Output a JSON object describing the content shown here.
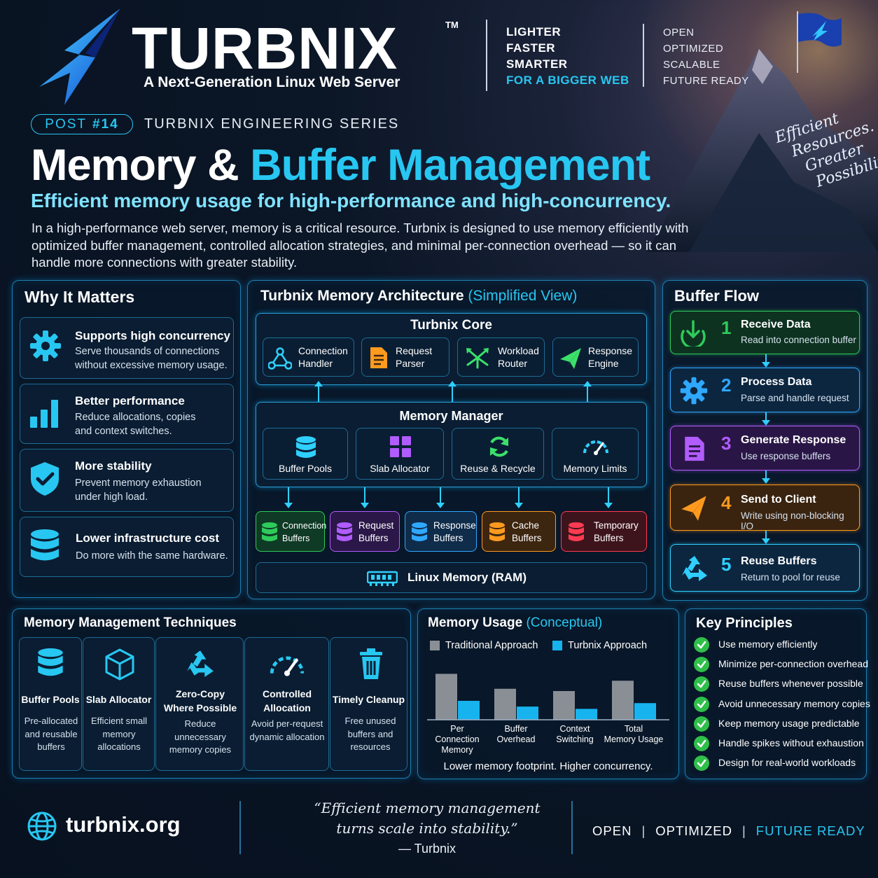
{
  "brand": {
    "name": "TURBNIX",
    "tm": "TM",
    "tagline": "A Next-Generation Linux Web Server",
    "pitch": [
      "LIGHTER",
      "FASTER",
      "SMARTER"
    ],
    "pitch_highlight": "FOR A BIGGER WEB",
    "values": [
      "OPEN",
      "OPTIMIZED",
      "SCALABLE",
      "FUTURE READY"
    ]
  },
  "series": {
    "badge_label": "POST",
    "badge_number": "#14",
    "label": "TURBNIX ENGINEERING SERIES"
  },
  "title": {
    "part1": "Memory &",
    "part2": "Buffer Management",
    "subtitle": "Efficient memory usage for high-performance and high-concurrency.",
    "intro": "In a high-performance web server, memory is a critical resource. Turbnix is designed to use memory efficiently with optimized buffer management, controlled allocation strategies, and minimal per-connection overhead — so it can handle more connections with greater stability."
  },
  "script_text": [
    "Efficient",
    "Resources.",
    "Greater",
    "Possibilities."
  ],
  "why": {
    "title": "Why It Matters",
    "items": [
      {
        "title": "Supports high concurrency",
        "desc": "Serve thousands of connections without excessive memory usage.",
        "icon": "gear-icon"
      },
      {
        "title": "Better performance",
        "desc": "Reduce allocations, copies and context switches.",
        "icon": "bar-chart-icon"
      },
      {
        "title": "More stability",
        "desc": "Prevent memory exhaustion under high load.",
        "icon": "shield-check-icon"
      },
      {
        "title": "Lower infrastructure cost",
        "desc": "Do more with the same hardware.",
        "icon": "database-icon"
      }
    ]
  },
  "arch": {
    "title": "Turbnix Memory Architecture",
    "title_note": "(Simplified View)",
    "core_title": "Turbnix Core",
    "core_items": [
      {
        "label": "Connection Handler",
        "color": "#2fd0ff",
        "icon": "network-icon"
      },
      {
        "label": "Request Parser",
        "color": "#ff9a1f",
        "icon": "document-icon"
      },
      {
        "label": "Workload Router",
        "color": "#3be06a",
        "icon": "router-icon"
      },
      {
        "label": "Response Engine",
        "color": "#3be06a",
        "icon": "paper-plane-icon"
      }
    ],
    "mm_title": "Memory Manager",
    "mm_items": [
      {
        "label": "Buffer Pools",
        "color": "#2fd0ff",
        "icon": "database-icon"
      },
      {
        "label": "Slab Allocator",
        "color": "#b15cff",
        "icon": "grid-icon"
      },
      {
        "label": "Reuse & Recycle",
        "color": "#3be06a",
        "icon": "refresh-icon"
      },
      {
        "label": "Memory Limits",
        "color": "#2fd0ff",
        "icon": "gauge-icon"
      }
    ],
    "buffers": [
      {
        "label": "Connection Buffers",
        "color": "#2ecb5a",
        "bg": "#0f3a26"
      },
      {
        "label": "Request Buffers",
        "color": "#b15cff",
        "bg": "#2b1748"
      },
      {
        "label": "Response Buffers",
        "color": "#2fa8ff",
        "bg": "#0f2c4a"
      },
      {
        "label": "Cache Buffers",
        "color": "#ff9a1f",
        "bg": "#3d2610"
      },
      {
        "label": "Temporary Buffers",
        "color": "#ff3b52",
        "bg": "#3e141c"
      }
    ],
    "ram": "Linux Memory (RAM)"
  },
  "flow": {
    "title": "Buffer Flow",
    "steps": [
      {
        "n": "1",
        "title": "Receive Data",
        "desc": "Read into connection buffer",
        "color": "#2ecb5a",
        "bg": "#0d3220",
        "icon": "download-icon"
      },
      {
        "n": "2",
        "title": "Process Data",
        "desc": "Parse and handle request",
        "color": "#2fa8ff",
        "bg": "#0c2640",
        "icon": "gear-icon"
      },
      {
        "n": "3",
        "title": "Generate Response",
        "desc": "Use response buffers",
        "color": "#b15cff",
        "bg": "#2a1646",
        "icon": "document-icon"
      },
      {
        "n": "4",
        "title": "Send to Client",
        "desc": "Write using non-blocking I/O",
        "color": "#ff9a1f",
        "bg": "#3a2410",
        "icon": "paper-plane-icon"
      },
      {
        "n": "5",
        "title": "Reuse Buffers",
        "desc": "Return to pool for reuse",
        "color": "#2fd0ff",
        "bg": "#0c2640",
        "icon": "recycle-icon"
      }
    ]
  },
  "techniques": {
    "title": "Memory Management Techniques",
    "items": [
      {
        "title": "Buffer Pools",
        "desc": "Pre-allocated and reusable buffers",
        "icon": "database-icon"
      },
      {
        "title": "Slab Allocator",
        "desc": "Efficient small memory allocations",
        "icon": "cube-icon"
      },
      {
        "title": "Zero-Copy Where Possible",
        "desc": "Reduce unnecessary memory copies",
        "icon": "recycle-icon"
      },
      {
        "title": "Controlled Allocation",
        "desc": "Avoid per-request dynamic allocation",
        "icon": "gauge-icon"
      },
      {
        "title": "Timely Cleanup",
        "desc": "Free unused buffers and resources",
        "icon": "trash-icon"
      }
    ]
  },
  "usage": {
    "title": "Memory Usage",
    "title_note": "(Conceptual)",
    "footer": "Lower memory footprint. Higher concurrency."
  },
  "chart_data": {
    "type": "bar",
    "categories": [
      "Per Connection Memory",
      "Buffer Overhead",
      "Context Switching",
      "Total Memory Usage"
    ],
    "series": [
      {
        "name": "Traditional Approach",
        "color": "#8a8f96",
        "values": [
          80,
          54,
          50,
          68
        ]
      },
      {
        "name": "Turbnix Approach",
        "color": "#17b3ee",
        "values": [
          33,
          23,
          19,
          29
        ]
      }
    ],
    "ylim": [
      0,
      100
    ],
    "grid": false,
    "legend": "top-left"
  },
  "principles": {
    "title": "Key Principles",
    "items": [
      "Use memory efficiently",
      "Minimize per-connection overhead",
      "Reuse buffers whenever possible",
      "Avoid unnecessary memory copies",
      "Keep memory usage predictable",
      "Handle spikes without exhaustion",
      "Design for real-world workloads"
    ]
  },
  "footer": {
    "site": "turbnix.org",
    "quote_line1": "“Efficient memory management",
    "quote_line2": "turns scale into stability.”",
    "quote_author": "— Turbnix",
    "tags": [
      "OPEN",
      "OPTIMIZED",
      "FUTURE READY"
    ]
  }
}
